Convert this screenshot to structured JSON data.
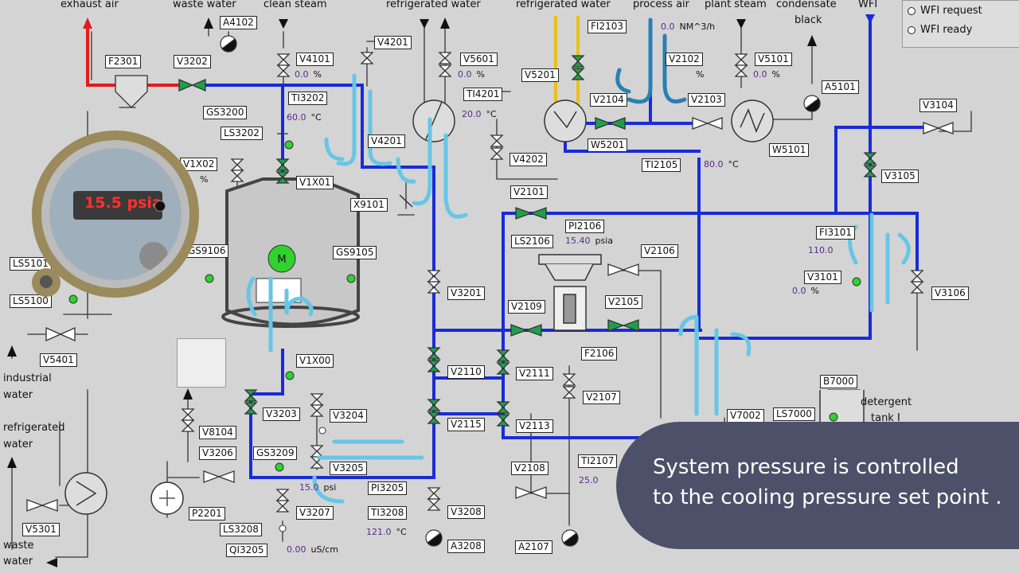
{
  "stream_labels": [
    {
      "id": "exhaust-air",
      "text": "exhaust air"
    },
    {
      "id": "waste-water",
      "text": "waste water"
    },
    {
      "id": "clean-steam",
      "text": "clean steam"
    },
    {
      "id": "refrigerated-water-top",
      "text": "refrigerated water"
    },
    {
      "id": "refrigerated-water-top-2",
      "text": "refrigerated water"
    },
    {
      "id": "process-air",
      "text": "process air"
    },
    {
      "id": "plant-steam",
      "text": "plant steam"
    },
    {
      "id": "condensate",
      "text": "condensate"
    },
    {
      "id": "black",
      "text": "black"
    },
    {
      "id": "wfi",
      "text": "WFI"
    },
    {
      "id": "industrial",
      "text": "industrial"
    },
    {
      "id": "industrial-water",
      "text": "water"
    },
    {
      "id": "refrigerated-left",
      "text": "refrigerated"
    },
    {
      "id": "refrigerated-left-water",
      "text": "water"
    },
    {
      "id": "waste-left",
      "text": "waste"
    },
    {
      "id": "waste-left-water",
      "text": "water"
    },
    {
      "id": "detergent",
      "text": "detergent"
    },
    {
      "id": "tank",
      "text": "tank I"
    }
  ],
  "tags": [
    {
      "id": "A4102",
      "text": "A4102"
    },
    {
      "id": "F2301",
      "text": "F2301"
    },
    {
      "id": "V3202",
      "text": "V3202"
    },
    {
      "id": "V4101",
      "text": "V4101"
    },
    {
      "id": "V4201",
      "text": "V4201"
    },
    {
      "id": "V5601",
      "text": "V5601"
    },
    {
      "id": "FI2103",
      "text": "FI2103"
    },
    {
      "id": "V5201",
      "text": "V5201"
    },
    {
      "id": "V2102",
      "text": "V2102"
    },
    {
      "id": "V5101",
      "text": "V5101"
    },
    {
      "id": "A5101",
      "text": "A5101"
    },
    {
      "id": "TI3202",
      "text": "TI3202"
    },
    {
      "id": "TI4201",
      "text": "TI4201"
    },
    {
      "id": "V2104",
      "text": "V2104"
    },
    {
      "id": "V2103",
      "text": "V2103"
    },
    {
      "id": "GS3200",
      "text": "GS3200"
    },
    {
      "id": "LS3202",
      "text": "LS3202"
    },
    {
      "id": "V4201b",
      "text": "V4201"
    },
    {
      "id": "W5201",
      "text": "W5201"
    },
    {
      "id": "W5101",
      "text": "W5101"
    },
    {
      "id": "V3104",
      "text": "V3104"
    },
    {
      "id": "V1X02",
      "text": "V1X02"
    },
    {
      "id": "V1X01",
      "text": "V1X01"
    },
    {
      "id": "V4202",
      "text": "V4202"
    },
    {
      "id": "TI2105",
      "text": "TI2105"
    },
    {
      "id": "V3105",
      "text": "V3105"
    },
    {
      "id": "X9101",
      "text": "X9101"
    },
    {
      "id": "V2101",
      "text": "V2101"
    },
    {
      "id": "PI2106",
      "text": "PI2106"
    },
    {
      "id": "LS2106",
      "text": "LS2106"
    },
    {
      "id": "FI3101",
      "text": "FI3101"
    },
    {
      "id": "LS5101",
      "text": "LS5101"
    },
    {
      "id": "GS9106",
      "text": "GS9106"
    },
    {
      "id": "GS9105",
      "text": "GS9105"
    },
    {
      "id": "V2106",
      "text": "V2106"
    },
    {
      "id": "V3101",
      "text": "V3101"
    },
    {
      "id": "V3201",
      "text": "V3201"
    },
    {
      "id": "V3106",
      "text": "V3106"
    },
    {
      "id": "LS5100",
      "text": "LS5100"
    },
    {
      "id": "V2109",
      "text": "V2109"
    },
    {
      "id": "V2105",
      "text": "V2105"
    },
    {
      "id": "V5401",
      "text": "V5401"
    },
    {
      "id": "F2106",
      "text": "F2106"
    },
    {
      "id": "V1X00",
      "text": "V1X00"
    },
    {
      "id": "V2110",
      "text": "V2110"
    },
    {
      "id": "V2111",
      "text": "V2111"
    },
    {
      "id": "B7000",
      "text": "B7000"
    },
    {
      "id": "V2107",
      "text": "V2107"
    },
    {
      "id": "V3203",
      "text": "V3203"
    },
    {
      "id": "V3204",
      "text": "V3204"
    },
    {
      "id": "V7002",
      "text": "V7002"
    },
    {
      "id": "LS7000",
      "text": "LS7000"
    },
    {
      "id": "V8104",
      "text": "V8104"
    },
    {
      "id": "V2115",
      "text": "V2115"
    },
    {
      "id": "V2113",
      "text": "V2113"
    },
    {
      "id": "V3206",
      "text": "V3206"
    },
    {
      "id": "GS3209",
      "text": "GS3209"
    },
    {
      "id": "V3205",
      "text": "V3205"
    },
    {
      "id": "TI2107",
      "text": "TI2107"
    },
    {
      "id": "V2108",
      "text": "V2108"
    },
    {
      "id": "PI3205",
      "text": "PI3205"
    },
    {
      "id": "V5301",
      "text": "V5301"
    },
    {
      "id": "P2201",
      "text": "P2201"
    },
    {
      "id": "V3207",
      "text": "V3207"
    },
    {
      "id": "V3208",
      "text": "V3208"
    },
    {
      "id": "TI3208",
      "text": "TI3208"
    },
    {
      "id": "LS3208",
      "text": "LS3208"
    },
    {
      "id": "QI3205",
      "text": "QI3205"
    },
    {
      "id": "A3208",
      "text": "A3208"
    },
    {
      "id": "A2107",
      "text": "A2107"
    }
  ],
  "readouts": [
    {
      "id": "v4101-val",
      "value": "0.0",
      "unit": "%"
    },
    {
      "id": "v5601-val",
      "value": "0.0",
      "unit": "%"
    },
    {
      "id": "fi2103-val",
      "value": "0.0",
      "unit": "NM^3/h"
    },
    {
      "id": "v2102-val",
      "value": "",
      "unit": "%"
    },
    {
      "id": "v5101-val",
      "value": "0.0",
      "unit": "%"
    },
    {
      "id": "ti3202-val",
      "value": "60.0",
      "unit": "°C"
    },
    {
      "id": "ti4201-val",
      "value": "20.0",
      "unit": "°C"
    },
    {
      "id": "ti2105-val",
      "value": "80.0",
      "unit": "°C"
    },
    {
      "id": "v1x02-val",
      "value": "",
      "unit": "%"
    },
    {
      "id": "pi2106-val",
      "value": "15.40",
      "unit": "psia"
    },
    {
      "id": "fi3101-val",
      "value": "110.0",
      "unit": ""
    },
    {
      "id": "v3101-val",
      "value": "0.0",
      "unit": "%"
    },
    {
      "id": "pi3205-val",
      "value": "15.0",
      "unit": "psi"
    },
    {
      "id": "ti2107-val",
      "value": "25.0",
      "unit": ""
    },
    {
      "id": "ti3208-val",
      "value": "121.0",
      "unit": "°C"
    },
    {
      "id": "qi3205-val",
      "value": "0.00",
      "unit": "uS/cm"
    }
  ],
  "wfi_panel": {
    "request": "WFI request",
    "ready": "WFI ready"
  },
  "gauge": {
    "reading": "15.5 psia"
  },
  "caption": {
    "line1": "System pressure is controlled",
    "line2": "to the cooling pressure set point ."
  },
  "motor_label": "M",
  "colors": {
    "process_line": "#1a2bd6",
    "exhaust_line": "#e21b1b",
    "process_air_line": "#e8c21a",
    "valve_open": "#1ea04a",
    "banner": "#4c5069",
    "steam_icon": "#66c6e6"
  }
}
